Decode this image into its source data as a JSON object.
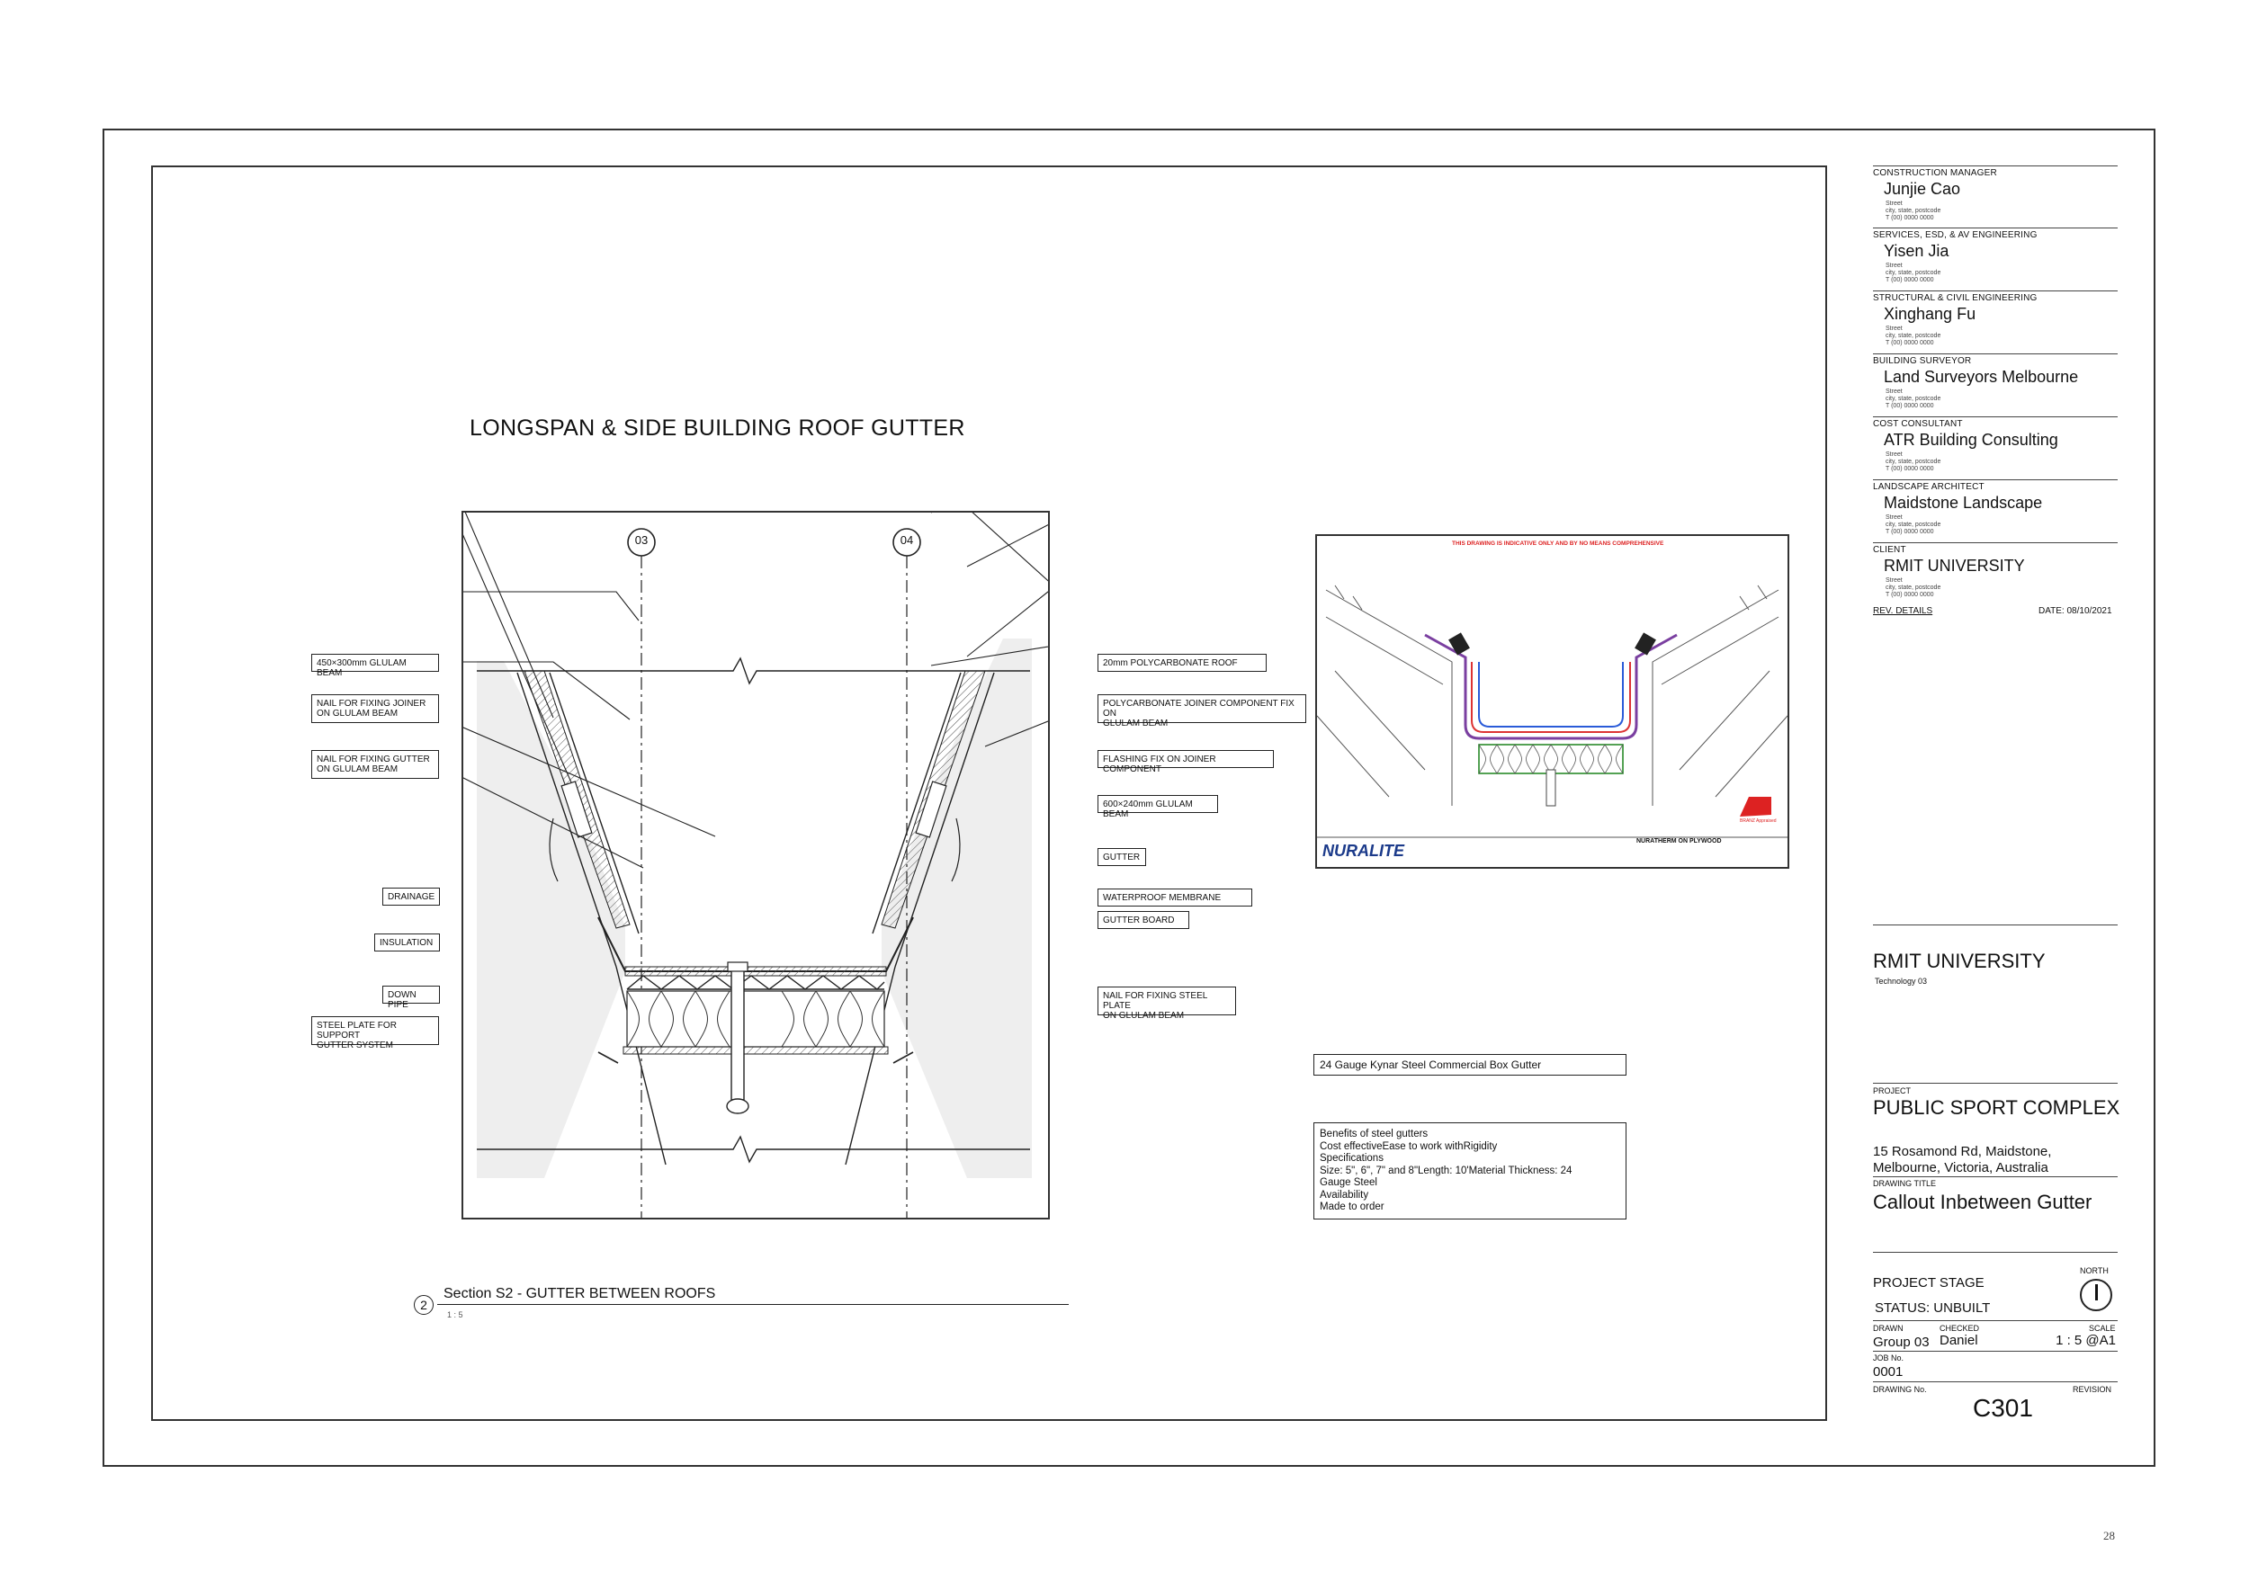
{
  "drawing": {
    "title": "LONGSPAN & SIDE BUILDING ROOF GUTTER",
    "gridlines": [
      "03",
      "04"
    ],
    "labels_left": [
      "450×300mm GLULAM BEAM",
      "NAIL FOR FIXING JOINER\nON GLULAM BEAM",
      "NAIL FOR FIXING GUTTER\nON GLULAM BEAM",
      "DRAINAGE",
      "INSULATION",
      "DOWN PIPE",
      "STEEL PLATE FOR SUPPORT\nGUTTER SYSTEM"
    ],
    "labels_right": [
      "20mm POLYCARBONATE ROOF",
      "POLYCARBONATE JOINER COMPONENT FIX ON\nGLULAM BEAM",
      "FLASHING FIX ON JOINER COMPONENT",
      "600×240mm GLULAM BEAM",
      "GUTTER",
      "WATERPROOF MEMBRANE",
      "GUTTER BOARD",
      "NAIL FOR FIXING STEEL PLATE\nON GLULAM BEAM"
    ],
    "section_number": "2",
    "section_title": "Section S2 - GUTTER BETWEEN ROOFS",
    "section_scale": "1 : 5"
  },
  "reference": {
    "warning": "THIS DRAWING IS INDICATIVE ONLY AND BY NO MEANS COMPREHENSIVE",
    "brand": "NURALITE",
    "product": "NURATHERM ON PLYWOOD",
    "badge": "BRANZ Appraised"
  },
  "notes": {
    "caption": "24 Gauge Kynar Steel Commercial Box Gutter",
    "benefits": [
      "Benefits of steel gutters",
      "Cost effectiveEase to work withRigidity",
      "Specifications",
      "Size: 5\", 6\", 7\" and 8\"Length: 10'Material Thickness: 24",
      "Gauge Steel",
      "Availability",
      "Made to order"
    ]
  },
  "title_block": {
    "consultants": [
      {
        "role": "CONSTRUCTION MANAGER",
        "name": "Junjie Cao"
      },
      {
        "role": "SERVICES, ESD, & AV ENGINEERING",
        "name": "Yisen Jia"
      },
      {
        "role": "STRUCTURAL & CIVIL ENGINEERING",
        "name": "Xinghang Fu"
      },
      {
        "role": "BUILDING SURVEYOR",
        "name": "Land Surveyors Melbourne"
      },
      {
        "role": "COST CONSULTANT",
        "name": "ATR Building Consulting"
      },
      {
        "role": "LANDSCAPE ARCHITECT",
        "name": "Maidstone Landscape"
      },
      {
        "role": "CLIENT",
        "name": "RMIT UNIVERSITY"
      }
    ],
    "address_lines": [
      "Street",
      "city, state, postcode",
      "T (00) 0000 0000"
    ],
    "rev_details": "REV.  DETAILS",
    "date": "DATE: 08/10/2021",
    "org": "RMIT UNIVERSITY",
    "course": "Technology 03",
    "project_label": "PROJECT",
    "project": "PUBLIC SPORT COMPLEX",
    "address1": "15 Rosamond Rd, Maidstone,",
    "address2": "Melbourne, Victoria, Australia",
    "drawing_title_label": "DRAWING TITLE",
    "drawing_title": "Callout Inbetween Gutter",
    "stage": "PROJECT STAGE",
    "north": "NORTH",
    "status": "STATUS: UNBUILT",
    "drawn_label": "DRAWN",
    "checked_label": "CHECKED",
    "scale_label": "SCALE",
    "drawn": "Group 03",
    "checked": "Daniel",
    "scale": "1 : 5 @A1",
    "job_label": "JOB No.",
    "job": "0001",
    "drawing_no_label": "DRAWING No.",
    "revision_label": "REVISION",
    "drawing_no": "C301"
  },
  "page_number": "28"
}
